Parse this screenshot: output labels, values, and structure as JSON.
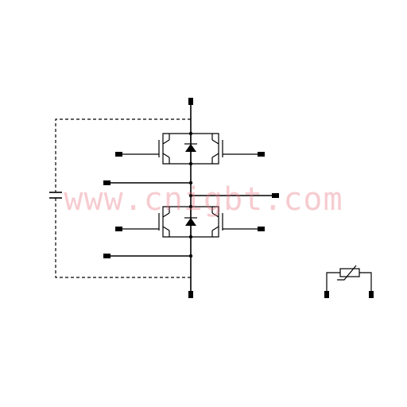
{
  "watermark": {
    "text": "www.cnigbt.com",
    "color": "#e66e78"
  },
  "diagram": {
    "components": [
      {
        "name": "upper-igbt-left",
        "kind": "igbt"
      },
      {
        "name": "upper-freewheel-diode",
        "kind": "diode"
      },
      {
        "name": "upper-igbt-right",
        "kind": "igbt"
      },
      {
        "name": "lower-igbt-left",
        "kind": "igbt"
      },
      {
        "name": "lower-freewheel-diode",
        "kind": "diode"
      },
      {
        "name": "lower-igbt-right",
        "kind": "igbt"
      },
      {
        "name": "dc-link-capacitor",
        "kind": "capacitor"
      },
      {
        "name": "ntc-thermistor",
        "kind": "thermistor"
      }
    ],
    "terminal_count": 11
  }
}
